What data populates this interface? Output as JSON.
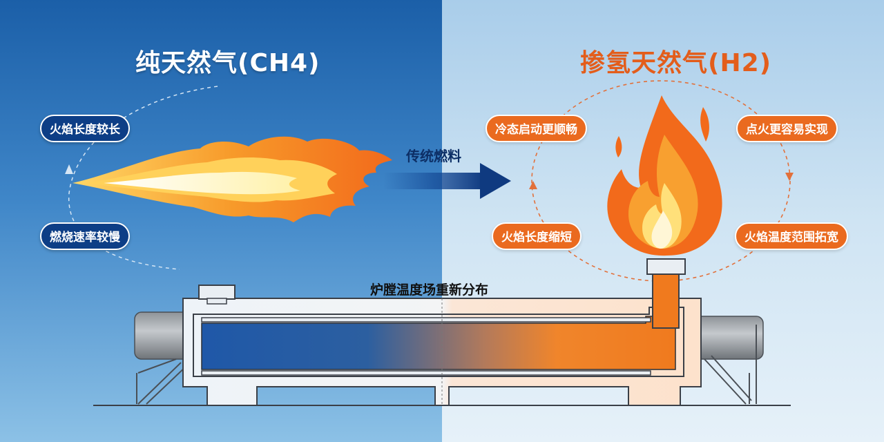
{
  "left": {
    "title": "纯天然气(CH4)",
    "badges": [
      "火焰长度较长",
      "燃烧速率较慢"
    ],
    "colors": {
      "accent": "#0d3e86",
      "flame": "#f57a1f"
    }
  },
  "right": {
    "title": "掺氢天然气(H2)",
    "badges": [
      "冷态启动更顺畅",
      "点火更容易实现",
      "火焰长度缩短",
      "火焰温度范围拓宽"
    ],
    "colors": {
      "accent": "#ea6a1f",
      "title": "#e35d1b"
    }
  },
  "arrow": {
    "label": "传统燃料"
  },
  "furnace": {
    "label": "炉膛温度场重新分布"
  }
}
